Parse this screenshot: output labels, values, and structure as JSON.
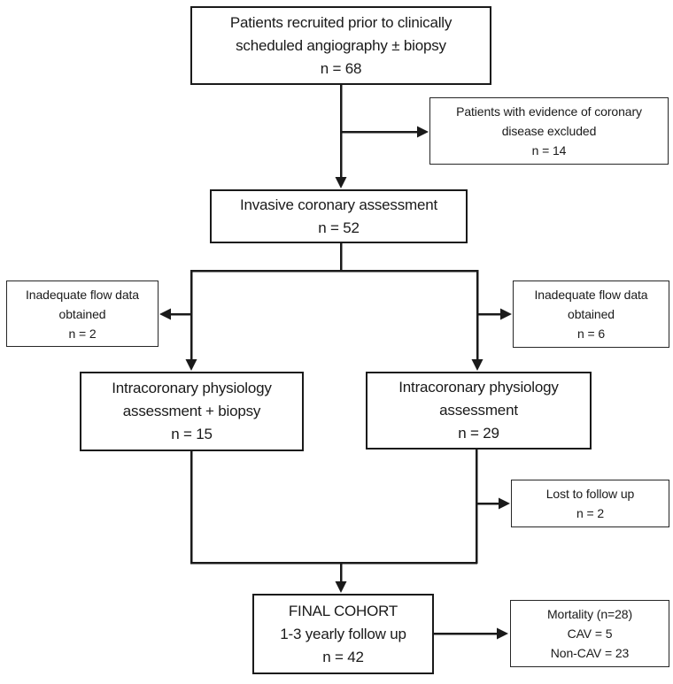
{
  "colors": {
    "line": "#1a1a1a",
    "box_border": "#1a1a1a",
    "text": "#1a1a1a",
    "background": "#ffffff"
  },
  "nodes": {
    "recruited": {
      "lines": [
        "Patients recruited prior to clinically",
        "scheduled angiography ± biopsy",
        "n = 68"
      ]
    },
    "excluded": {
      "lines": [
        "Patients with evidence of coronary",
        "disease excluded",
        "n = 14"
      ]
    },
    "invasive": {
      "lines": [
        "Invasive coronary assessment",
        "n = 52"
      ]
    },
    "inadequate_left": {
      "lines": [
        "Inadequate flow data",
        "obtained",
        "n = 2"
      ]
    },
    "inadequate_right": {
      "lines": [
        "Inadequate flow data",
        "obtained",
        "n = 6"
      ]
    },
    "physiology_biopsy": {
      "lines": [
        "Intracoronary physiology",
        "assessment + biopsy",
        "n = 15"
      ]
    },
    "physiology": {
      "lines": [
        "Intracoronary physiology",
        "assessment",
        "n = 29"
      ]
    },
    "lost": {
      "lines": [
        "Lost to follow up",
        "n = 2"
      ]
    },
    "final_cohort": {
      "lines": [
        "FINAL COHORT",
        "1-3 yearly follow up",
        "n = 42"
      ]
    },
    "mortality": {
      "lines": [
        "Mortality (n=28)",
        "CAV = 5",
        "Non-CAV = 23"
      ]
    }
  },
  "edges": [
    {
      "from": "recruited",
      "to": "invasive"
    },
    {
      "from": "recruited",
      "to": "excluded"
    },
    {
      "from": "invasive",
      "to": "physiology_biopsy"
    },
    {
      "from": "invasive",
      "to": "physiology"
    },
    {
      "from": "invasive",
      "to": "inadequate_left"
    },
    {
      "from": "invasive",
      "to": "inadequate_right"
    },
    {
      "from": "physiology",
      "to": "lost"
    },
    {
      "from": "physiology_biopsy",
      "to": "final_cohort"
    },
    {
      "from": "physiology",
      "to": "final_cohort"
    },
    {
      "from": "final_cohort",
      "to": "mortality"
    }
  ]
}
